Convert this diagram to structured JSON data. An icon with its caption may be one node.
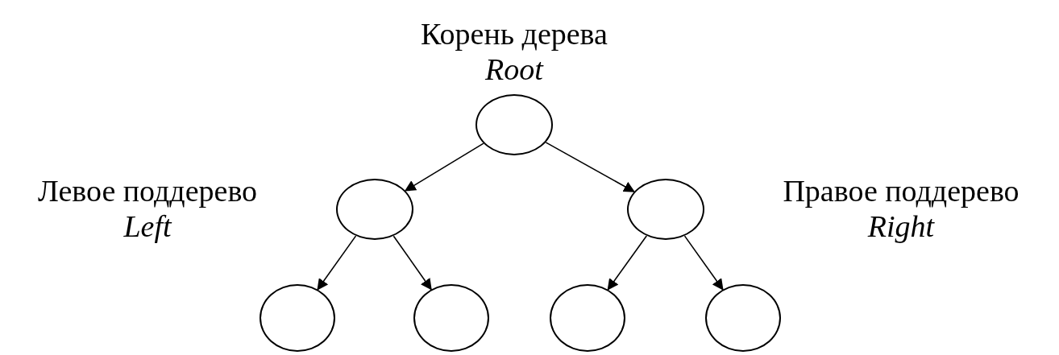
{
  "diagram": {
    "nodes": [
      {
        "text": [],
        "shape": "circle",
        "beside": [
          "Корень дерева",
          "Root"
        ]
      },
      {
        "text": [],
        "shape": "circle",
        "beside": [
          "Левое поддерево",
          "Left"
        ]
      },
      {
        "text": [],
        "shape": "circle",
        "beside": [
          "Правое поддерево",
          "Right"
        ]
      },
      {
        "text": [],
        "shape": "circle"
      },
      {
        "text": [],
        "shape": "circle"
      },
      {
        "text": [],
        "shape": "circle"
      },
      {
        "text": [],
        "shape": "circle"
      }
    ],
    "edges": [
      {
        "from": 0,
        "to": 1,
        "arrow": "to"
      },
      {
        "from": 0,
        "to": 2,
        "arrow": "to"
      },
      {
        "from": 1,
        "to": 3,
        "arrow": "to"
      },
      {
        "from": 1,
        "to": 4,
        "arrow": "to"
      },
      {
        "from": 2,
        "to": 5,
        "arrow": "to"
      },
      {
        "from": 2,
        "to": 6,
        "arrow": "to"
      }
    ]
  }
}
